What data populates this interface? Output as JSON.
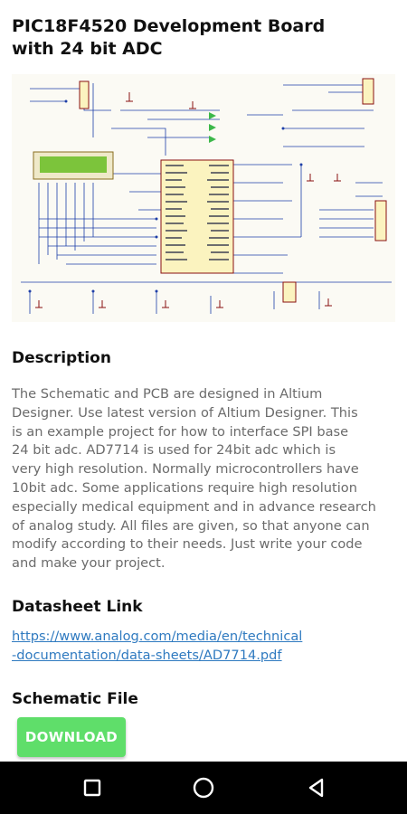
{
  "page": {
    "title": "PIC18F4520 Development Board\nwith 24 bit ADC"
  },
  "schematic_image": {
    "description_hidden": ""
  },
  "description": {
    "heading": "Description",
    "text": "The Schematic and PCB are designed in Altium\nDesigner. Use latest version of Altium Designer. This\nis an example project for how to interface SPI base\n24 bit adc. AD7714 is used for 24bit adc which is\nvery high resolution. Normally microcontrollers have\n10bit adc. Some applications require high resolution\nespecially medical equipment and in advance research\nof analog study. All files are given, so that anyone can\nmodify according to their needs. Just write your code\nand make your project."
  },
  "datasheet": {
    "heading": "Datasheet Link",
    "link_text": "https://www.analog.com/media/en/technical\n-documentation/data-sheets/AD7714.pdf"
  },
  "schematic_file": {
    "heading": "Schematic File",
    "download_label": "DOWNLOAD"
  },
  "colors": {
    "download_button": "#5fde6a",
    "link": "#2f7ac0",
    "body_text": "#6b6b6b",
    "nav_bar": "#000000"
  },
  "nav": {
    "recents_icon": "square-icon",
    "home_icon": "circle-icon",
    "back_icon": "triangle-back-icon"
  }
}
